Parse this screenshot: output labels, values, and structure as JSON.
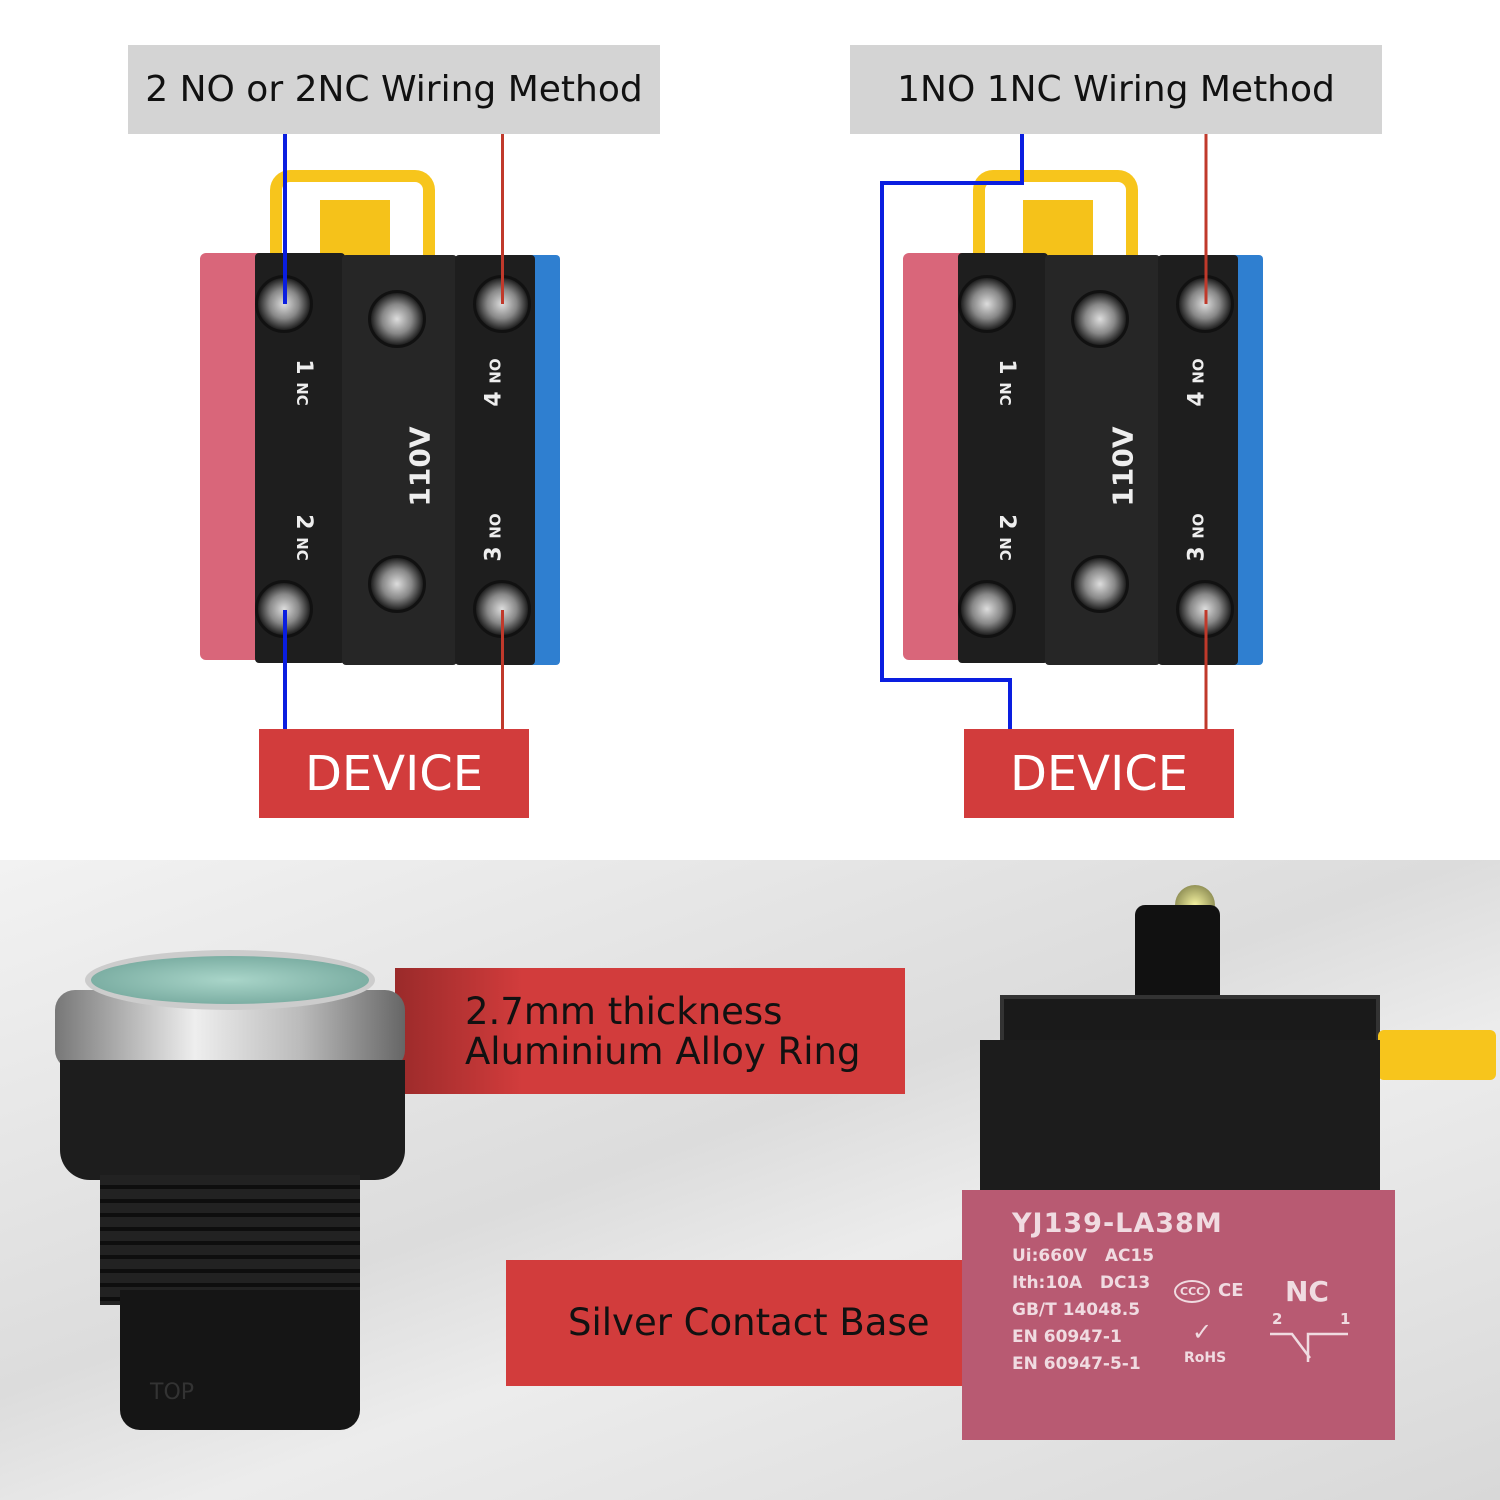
{
  "left_diagram": {
    "title": "2 NO or 2NC Wiring Method",
    "device_label": "DEVICE"
  },
  "right_diagram": {
    "title": "1NO 1NC Wiring Method",
    "device_label": "DEVICE"
  },
  "block_labels": {
    "t1": "1",
    "nc1": "NC",
    "t2": "2",
    "nc2": "NC",
    "t4": "4",
    "no4": "NO",
    "t3": "3",
    "no3": "NO",
    "voltage": "110V"
  },
  "callouts": {
    "ring_line1": "2.7mm thickness",
    "ring_line2": "Aluminium Alloy Ring",
    "base": "Silver Contact Base"
  },
  "contact_block": {
    "model": "YJ139-LA38M",
    "spec1": "Ui:660V   AC15",
    "spec2": "Ith:10A   DC13",
    "spec3": "GB/T 14048.5",
    "spec4": "EN 60947-1",
    "spec5": "EN 60947-5-1",
    "ccc": "CCC",
    "ce": "CE",
    "rohs": "RoHS",
    "type": "NC",
    "pin2": "2",
    "pin1": "1"
  },
  "button": {
    "marking": "TOP"
  },
  "colors": {
    "header_bg": "#d4d4d4",
    "device_bg": "#d23c3c",
    "blue_wire": "#0a1ee0",
    "red_wire": "#c0392b",
    "pink": "#d9667a",
    "blue": "#2f7fd0",
    "yellow": "#f7c51c"
  }
}
